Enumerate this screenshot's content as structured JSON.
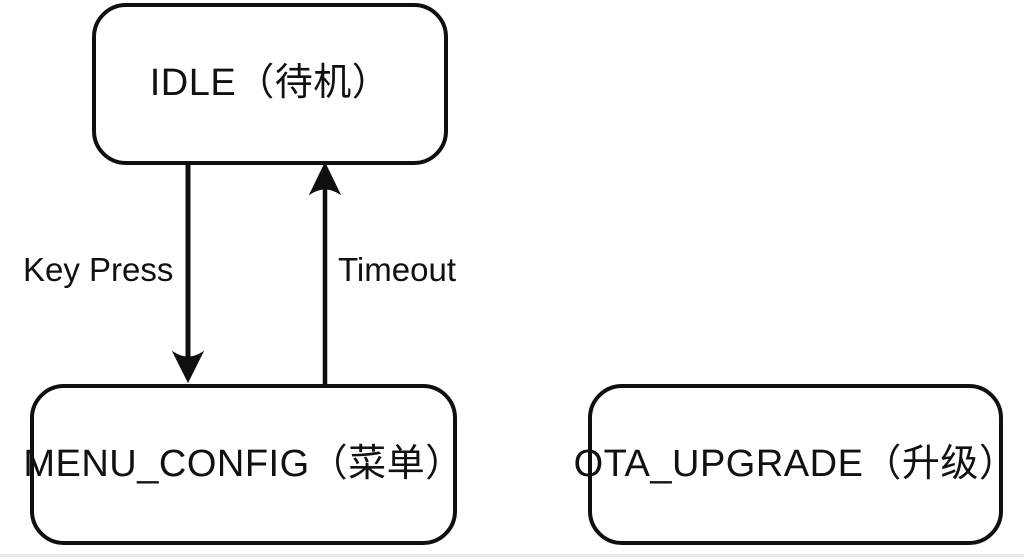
{
  "diagram": {
    "type": "state-machine",
    "background_color": "#ffffff",
    "line_color": "#111111",
    "text_color": "#111111",
    "states": [
      {
        "id": "idle",
        "label": "IDLE（待机）"
      },
      {
        "id": "menu_config",
        "label": "MENU_CONFIG（菜单）"
      },
      {
        "id": "ota_upgrade",
        "label": "OTA_UPGRADE（升级）"
      }
    ],
    "transitions": [
      {
        "from": "IDLE",
        "to": "MENU_CONFIG",
        "label": "Key Press",
        "direction": "down"
      },
      {
        "from": "MENU_CONFIG",
        "to": "IDLE",
        "label": "Timeout",
        "direction": "up"
      }
    ]
  }
}
